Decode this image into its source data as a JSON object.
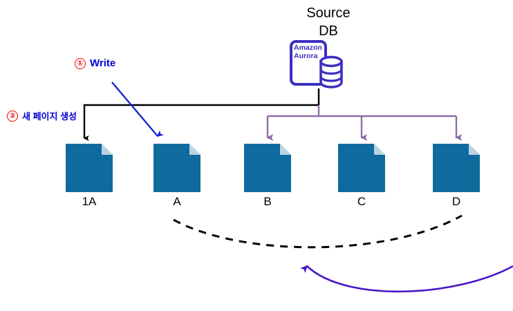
{
  "diagram": {
    "title_lines": "Source\nDB",
    "source_db": {
      "icon_name": "amazon-aurora-icon",
      "icon_label": "Amazon\nAurora"
    },
    "annotations": [
      {
        "marker": "①",
        "text": "Write"
      },
      {
        "marker": "②",
        "text": "새 페이지 생성"
      }
    ],
    "pages": [
      {
        "id": "page-1a",
        "label": "1A"
      },
      {
        "id": "page-a",
        "label": "A"
      },
      {
        "id": "page-b",
        "label": "B"
      },
      {
        "id": "page-c",
        "label": "C"
      },
      {
        "id": "page-d",
        "label": "D"
      }
    ],
    "colors": {
      "page_fill": "#0f6b9e",
      "page_fold": "#bcd4e2",
      "aurora_purple": "#3c2fc0",
      "branch_purple": "#8f6da8",
      "annotation_red": "#ee0000",
      "annotation_blue": "#0000d8",
      "write_arrow_blue": "#1020d0",
      "replication_curve": "#4b16c8",
      "black_line": "#000000"
    }
  }
}
